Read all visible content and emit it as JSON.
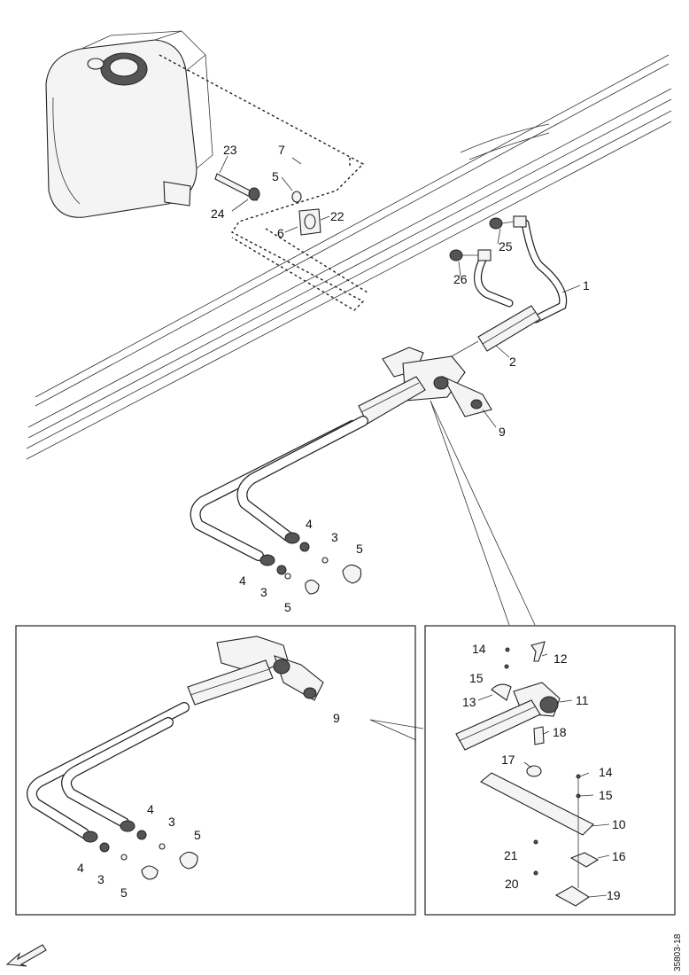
{
  "figure_id": "35803-18",
  "callouts": {
    "c1": "1",
    "c2": "2",
    "c9": "9",
    "c23": "23",
    "c7": "7",
    "c5a": "5",
    "c24": "24",
    "c22": "22",
    "c6": "6",
    "c25": "25",
    "c26": "26",
    "c4a": "4",
    "c3a": "3",
    "c5b": "5",
    "c4b": "4",
    "c3b": "3",
    "c5c": "5",
    "d9": "9",
    "d4a": "4",
    "d3a": "3",
    "d5a": "5",
    "d4b": "4",
    "d3b": "3",
    "d5b": "5",
    "e14a": "14",
    "e12": "12",
    "e15a": "15",
    "e13": "13",
    "e11": "11",
    "e18": "18",
    "e17": "17",
    "e14b": "14",
    "e15b": "15",
    "e10": "10",
    "e21": "21",
    "e16": "16",
    "e20": "20",
    "e19": "19"
  }
}
